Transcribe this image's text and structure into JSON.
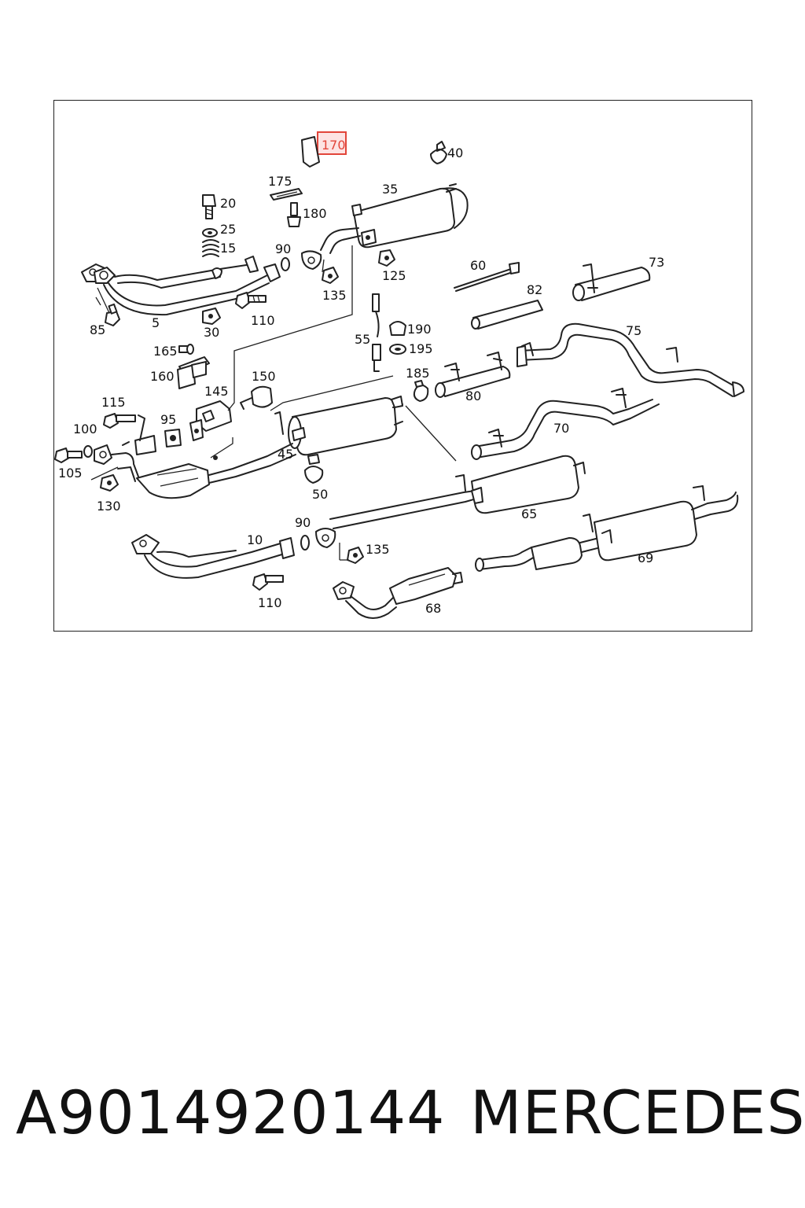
{
  "diagram": {
    "highlighted_label": "170",
    "labels": {
      "l170": "170",
      "l40": "40",
      "l175": "175",
      "l35": "35",
      "l20": "20",
      "l180": "180",
      "l25": "25",
      "l15": "15",
      "l90a": "90",
      "l125": "125",
      "l135a": "135",
      "l60": "60",
      "l73": "73",
      "l82": "82",
      "l5": "5",
      "l85": "85",
      "l30": "30",
      "l110a": "110",
      "l190": "190",
      "l55": "55",
      "l195": "195",
      "l75": "75",
      "l165": "165",
      "l160": "160",
      "l150": "150",
      "l185": "185",
      "l145": "145",
      "l80": "80",
      "l115": "115",
      "l95": "95",
      "l100": "100",
      "l70": "70",
      "l105": "105",
      "l45": "45",
      "l130": "130",
      "l50": "50",
      "l65": "65",
      "l90b": "90",
      "l10": "10",
      "l135b": "135",
      "l69": "69",
      "l110b": "110",
      "l68": "68"
    },
    "highlight_color": "#e2453a"
  },
  "caption": {
    "part_number": "A9014920144",
    "brand": "MERCEDES"
  }
}
